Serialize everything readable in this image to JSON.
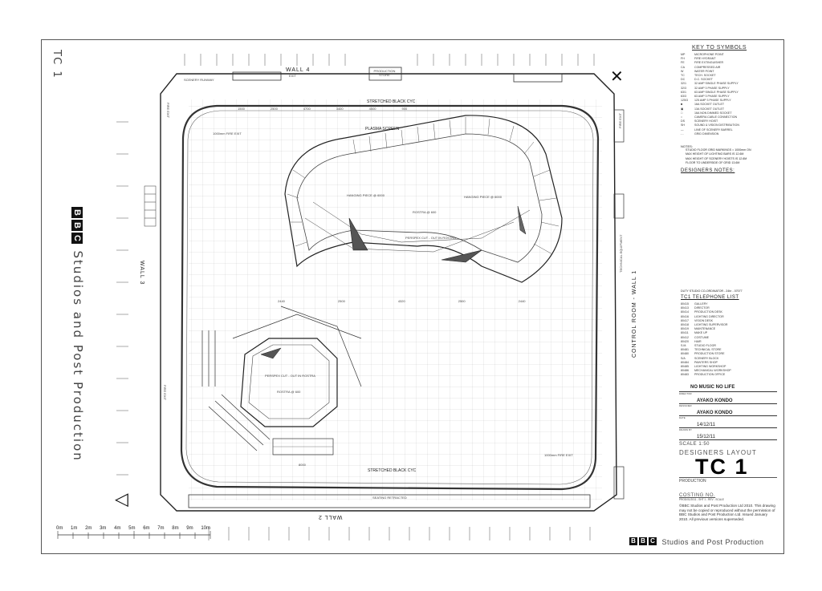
{
  "sheet": {
    "studio_code_vertical": "TC 1",
    "studio_brand": {
      "letters": [
        "B",
        "B",
        "C"
      ],
      "text": "Studios and Post Production"
    },
    "walls": {
      "top": "WALL 4",
      "left": "WALL 3",
      "bottom": "WALL 2",
      "right": "CONTROL ROOM - WALL 1"
    },
    "labels": {
      "production_store": "PRODUCTION STORE",
      "scenery_runway": "SCENERY RUNWAY",
      "stretched_black_cyc_top": "STRETCHED BLACK CYC",
      "stretched_black_cyc_bottom": "STRETCHED BLACK CYC",
      "plasma_screen": "PLASMA SCREEN",
      "fire_exit_left_top": "FIRE EXIT",
      "fire_exit_left_bottom": "FIRE EXIT",
      "fire_exit_right": "FIRE EXIT",
      "fire_exit_1000_top": "1000mm FIRE EXIT",
      "fire_exit_1000_bottom": "1000mm FIRE EXIT",
      "hanging_piece_left": "HANGING PIECE @ 6000",
      "hanging_piece_right": "HANGING PIECE @ 6000",
      "rostra_top": "ROSTRA @ 600",
      "perspex_top": "PERSPEX CUT - OUT IN ROSTRA",
      "perspex_bottom": "PERSPEX CUT - OUT IN ROSTRA",
      "rostra_bottom": "ROSTRA @ 600",
      "seating_retracted": "SEATING RETRACTED",
      "technical_equipment": "TECHNICAL EQUIPMENT",
      "exit": "EXIT"
    },
    "dimensions_top": [
      "1500",
      "2500",
      "4700",
      "3400",
      "4500",
      "900"
    ],
    "dimensions_mid": [
      "2440",
      "2500",
      "4320",
      "2500",
      "2440"
    ],
    "dimension_bottom": "8000",
    "north_arrow": "▷",
    "cross_mark": "✕"
  },
  "key": {
    "title": "KEY TO SYMBOLS",
    "rows": [
      [
        "MP",
        "MICROPHONE POINT"
      ],
      [
        "FH",
        "FIRE HYDRANT"
      ],
      [
        "FE",
        "FIRE EXTINGUISHER"
      ],
      [
        "CA",
        "COMPRESSED AIR"
      ],
      [
        "W",
        "WATER POINT"
      ],
      [
        "TC",
        "TECH. SOCKET"
      ],
      [
        "DC",
        "D.C. SOCKET"
      ],
      [
        "32/1",
        "32 AMP SINGLE PHASE SUPPLY"
      ],
      [
        "32/3",
        "32 AMP 3 PHASE SUPPLY"
      ],
      [
        "63/1",
        "63 AMP SINGLE PHASE SUPPLY"
      ],
      [
        "63/3",
        "63 AMP 3 PHASE SUPPLY"
      ],
      [
        "125/3",
        "125 AMP 3 PHASE SUPPLY"
      ],
      [
        "■",
        "16A SOCKET OUTLET"
      ],
      [
        "▣",
        "13A SOCKET OUTLET"
      ],
      [
        "□",
        "16A NON DIMMED SOCKET"
      ],
      [
        "○",
        "CAMERA CABLE CONNECTION"
      ],
      [
        "DS",
        "SCENERY HOIST"
      ],
      [
        "SH",
        "SOUND & VISION DISTRIBUTION"
      ],
      [
        "—",
        "LINE OF SCENERY BARREL"
      ],
      [
        "- -",
        "GRID DIMENSION"
      ]
    ],
    "notes_title": "NOTES:",
    "notes": [
      "STUDIO FLOOR GRID MARKINGS = 1000mm ON",
      "MAX HEIGHT OF LIGHTING BARS IS 12.6M",
      "MAX HEIGHT OF SCENERY HOISTS IS 12.6M",
      "FLOOR TO UNDERSIDE OF GRID 13.6M"
    ],
    "designers_notes": "DESIGNERS NOTES:"
  },
  "telephone": {
    "coordinator": "DUTY STUDIO CO-ORDINATOR - 24hr - 07077",
    "title": "TC1 TELEPHONE LIST",
    "rows": [
      [
        "80415",
        "GALLERY"
      ],
      [
        "80413",
        "DIRECTOR"
      ],
      [
        "80414",
        "PRODUCTION DESK"
      ],
      [
        "80416",
        "LIGHTING DIRECTOR"
      ],
      [
        "80417",
        "VISION DESK"
      ],
      [
        "80418",
        "LIGHTING SUPERVISOR"
      ],
      [
        "80419",
        "MAINTENANCE"
      ],
      [
        "80411",
        "MAKE UP"
      ],
      [
        "80412",
        "COSTUME"
      ],
      [
        "80420",
        "HAIR"
      ],
      [
        "S.M.",
        "STUDIO FLOOR"
      ],
      [
        "80481",
        "TECHNICAL STORE"
      ],
      [
        "80480",
        "PRODUCTION STORE"
      ],
      [
        "S/A",
        "SCENERY BLOCK"
      ],
      [
        "80484",
        "PAINTERS SHOP"
      ],
      [
        "80485",
        "LIGHTING WORKSHOP"
      ],
      [
        "80486",
        "MECHANICAL WORKSHOP"
      ],
      [
        "80483",
        "PRODUCTION OFFICE"
      ]
    ]
  },
  "title_block": {
    "production": "NO MUSIC NO LIFE",
    "director_label": "DIRECTOR",
    "designer_label": "DESIGNER",
    "draughtsman_label": "DRAWN BY",
    "date_label": "DATE",
    "director": "AYAKO KONDO",
    "designer": "AYAKO KONDO",
    "date1": "14/12/11",
    "date2": "15/12/11",
    "scale": "SCALE 1:50",
    "layout_title": "DESIGNERS LAYOUT",
    "studio": "TC 1",
    "production_label": "PRODUCTION",
    "costing_label": "COSTING NO.",
    "costing_line": "PROD/01/2011 - SHT 1 - REV - SCALE",
    "copyright": "©BBC Studios and Post Production Ltd 2010. This drawing may not be copied or reproduced without the permission of BBC Studios and Post Production Ltd. Issued January 2010. All previous versions superseded."
  },
  "footer_brand": {
    "letters": [
      "B",
      "B",
      "C"
    ],
    "text": "Studios and Post Production"
  },
  "scale_bar": {
    "ticks": [
      "0m",
      "1m",
      "2m",
      "3m",
      "4m",
      "5m",
      "6m",
      "7m",
      "8m",
      "9m",
      "10m"
    ]
  }
}
